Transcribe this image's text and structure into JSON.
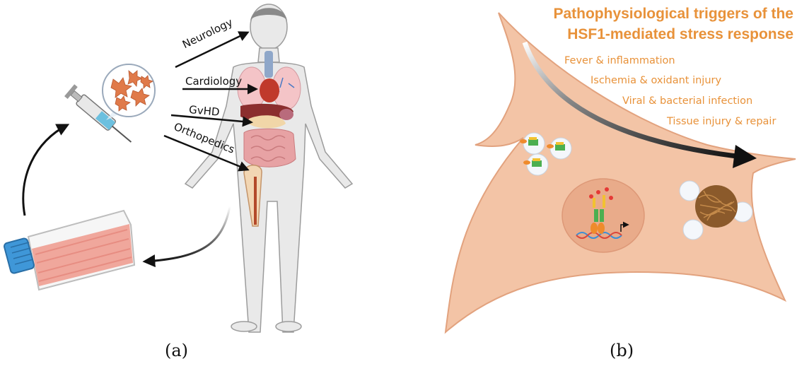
{
  "panel_a": {
    "caption": "(a)",
    "labels": {
      "neurology": "Neurology",
      "cardiology": "Cardiology",
      "gvhd": "GvHD",
      "orthopedics": "Orthopedics"
    }
  },
  "panel_b": {
    "caption": "(b)",
    "title_line1": "Pathophysiological triggers of the",
    "title_line2": "HSF1-mediated stress response",
    "triggers": [
      "Fever & inflammation",
      "Ischemia & oxidant injury",
      "Viral & bacterial infection",
      "Tissue injury & repair"
    ]
  },
  "colors": {
    "cell_fill": "#f3c4a6",
    "cell_stroke": "#e2a27e",
    "nucleus": "#e9ab8a",
    "accent_orange": "#e8923a",
    "arrow_dark": "#111111",
    "body_gray": "#e8e8e8"
  }
}
